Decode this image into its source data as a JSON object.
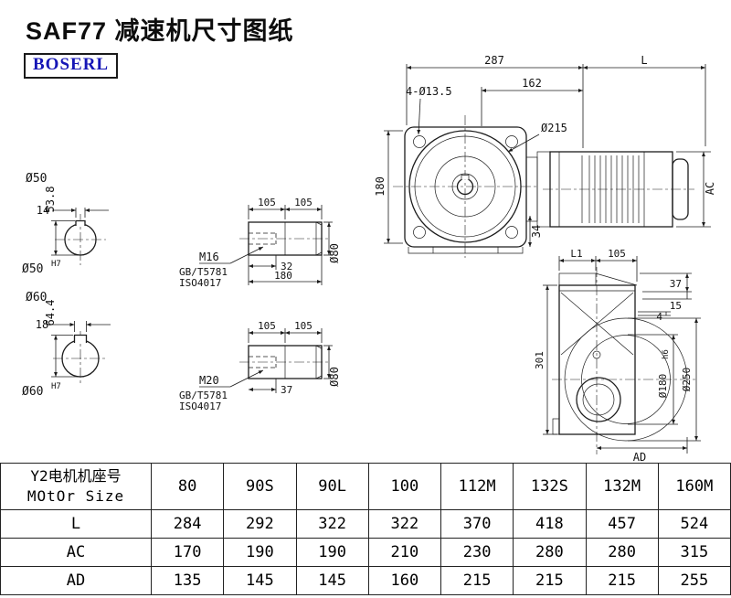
{
  "title": "SAF77 减速机尺寸图纸",
  "logo": "BOSERL",
  "logo_color": "#1616b6",
  "front_view": {
    "dim_287": "287",
    "dim_L": "L",
    "dim_162": "162",
    "bolt_holes": "4-Ø13.5",
    "flange_dia": "Ø215",
    "dim_180": "180",
    "dim_34": "34",
    "dim_AC": "AC"
  },
  "side_view": {
    "dim_L1": "L1",
    "dim_105": "105",
    "dim_37": "37",
    "dim_15": "15",
    "dim_4": "4",
    "dim_301": "301",
    "flange_spigot": "Ø180",
    "flange_spigot_tol": "h6",
    "flange_dia": "Ø250",
    "dim_AD": "AD"
  },
  "shaft1_section": {
    "dia": "Ø50",
    "key_width": "14",
    "key_height": "53.8",
    "bore": "Ø50",
    "bore_tol": "H7"
  },
  "shaft2_section": {
    "dia": "Ø60",
    "key_width": "18",
    "key_height": "64.4",
    "bore": "Ø60",
    "bore_tol": "H7"
  },
  "shaft1_detail": {
    "dim_105a": "105",
    "dim_105b": "105",
    "thread": "M16",
    "std1": "GB/T5781",
    "std2": "ISO4017",
    "thread_depth": "32",
    "length": "180",
    "dia": "Ø80"
  },
  "shaft2_detail": {
    "dim_105a": "105",
    "dim_105b": "105",
    "thread": "M20",
    "std1": "GB/T5781",
    "std2": "ISO4017",
    "thread_depth": "37",
    "dia": "Ø80"
  },
  "table": {
    "header_cn": "Y2电机机座号",
    "header_en": "MOtOr Size",
    "sizes": [
      "80",
      "90S",
      "90L",
      "100",
      "112M",
      "132S",
      "132M",
      "160M"
    ],
    "rows": [
      {
        "label": "L",
        "values": [
          "284",
          "292",
          "322",
          "322",
          "370",
          "418",
          "457",
          "524"
        ]
      },
      {
        "label": "AC",
        "values": [
          "170",
          "190",
          "190",
          "210",
          "230",
          "280",
          "280",
          "315"
        ]
      },
      {
        "label": "AD",
        "values": [
          "135",
          "145",
          "145",
          "160",
          "215",
          "215",
          "215",
          "255"
        ]
      }
    ]
  }
}
